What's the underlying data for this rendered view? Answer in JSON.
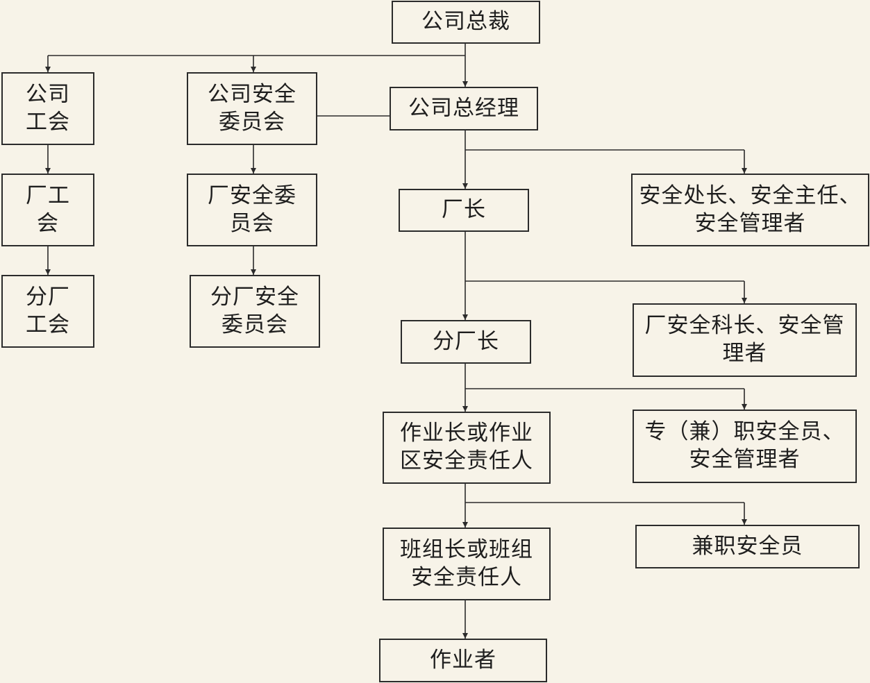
{
  "diagram": {
    "nodes": {
      "ceo": "公司总裁",
      "union": "公司\n工会",
      "safety_committee": "公司安全\n委员会",
      "gm": "公司总经理",
      "plant_union": "厂工\n会",
      "plant_safety_committee": "厂安全委\n员会",
      "branch_union": "分厂\n工会",
      "branch_safety_committee": "分厂安全\n委员会",
      "plant_director": "厂长",
      "safety_chief": "安全处长、安全主任、\n安全管理者",
      "branch_director": "分厂长",
      "plant_safety_section": "厂安全科长、安全管\n理者",
      "area_leader": "作业长或作业\n区安全责任人",
      "safety_officer": "专（兼）职安全员、\n安全管理者",
      "team_leader": "班组长或班组\n安全责任人",
      "part_time_officer": "兼职安全员",
      "worker": "作业者"
    },
    "line_color": "#2b2b2b",
    "background": "#f7f3e8"
  }
}
